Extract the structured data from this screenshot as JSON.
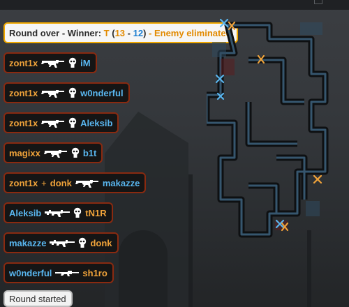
{
  "round_banner": {
    "prefix": "Round over - Winner: ",
    "winner_side": "T",
    "open_paren": " (",
    "t_score": "13",
    "dash": " - ",
    "ct_score": "12",
    "close_paren": ")",
    "reason": " - Enemy eliminated"
  },
  "kills": [
    {
      "attacker": "zont1x",
      "attacker_side": "T",
      "assister": "",
      "weapon": "ak47-icon",
      "headshot": true,
      "victim": "iM",
      "victim_side": "CT"
    },
    {
      "attacker": "zont1x",
      "attacker_side": "T",
      "assister": "",
      "weapon": "ak47-icon",
      "headshot": true,
      "victim": "w0nderful",
      "victim_side": "CT"
    },
    {
      "attacker": "zont1x",
      "attacker_side": "T",
      "assister": "",
      "weapon": "ak47-icon",
      "headshot": true,
      "victim": "Aleksib",
      "victim_side": "CT"
    },
    {
      "attacker": "magixx",
      "attacker_side": "T",
      "assister": "",
      "weapon": "ak47-icon",
      "headshot": true,
      "victim": "b1t",
      "victim_side": "CT"
    },
    {
      "attacker": "zont1x",
      "attacker_side": "T",
      "assister": "donk",
      "weapon": "ak47-icon",
      "headshot": false,
      "victim": "makazze",
      "victim_side": "CT"
    },
    {
      "attacker": "Aleksib",
      "attacker_side": "CT",
      "assister": "",
      "weapon": "m4a1-icon",
      "headshot": true,
      "victim": "tN1R",
      "victim_side": "T"
    },
    {
      "attacker": "makazze",
      "attacker_side": "CT",
      "assister": "",
      "weapon": "m4a1-icon",
      "headshot": true,
      "victim": "donk",
      "victim_side": "T"
    },
    {
      "attacker": "w0nderful",
      "attacker_side": "CT",
      "assister": "",
      "weapon": "awp-icon",
      "headshot": false,
      "victim": "sh1ro",
      "victim_side": "T"
    }
  ],
  "plus_sign": " + ",
  "status_badge": "Round started",
  "colors": {
    "t_side": "#f0a33a",
    "ct_side": "#59b6ef",
    "kill_border": "#8a2a10",
    "banner_border": "#f0a800"
  }
}
